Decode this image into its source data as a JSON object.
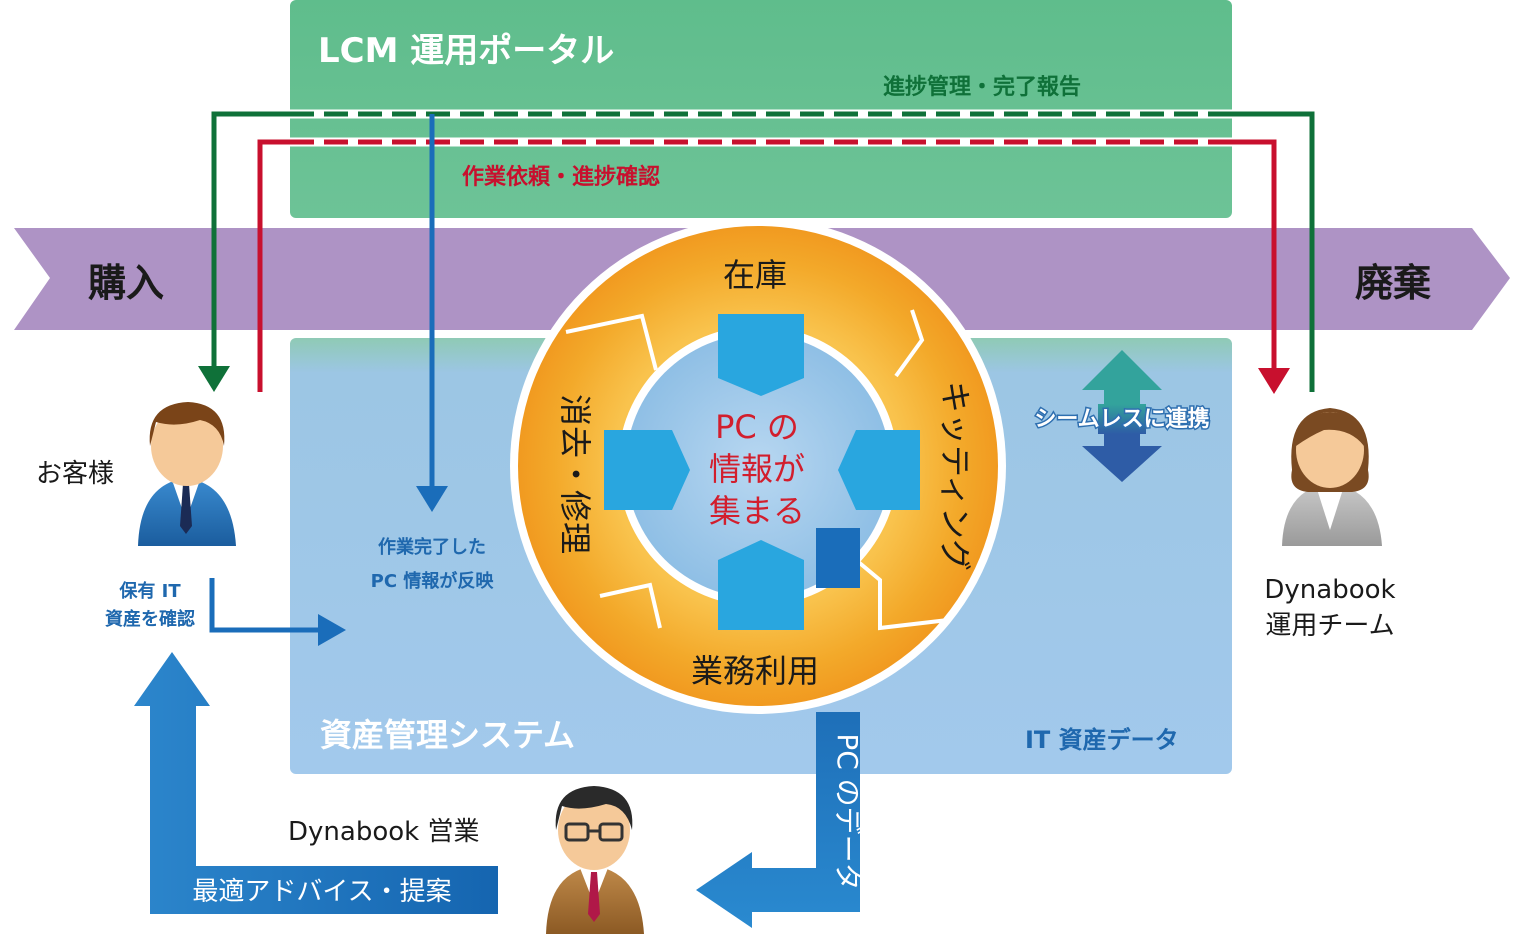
{
  "portal": {
    "title": "LCM 運用ポータル"
  },
  "flows": {
    "progress_report": "進捗管理・完了報告",
    "work_request": "作業依頼・進捗確認",
    "work_done_line1": "作業完了した",
    "work_done_line2": "PC 情報が反映",
    "seamless": "シームレスに連携"
  },
  "lifecycle": {
    "start": "購入",
    "end": "廃棄"
  },
  "cycle": {
    "top": "在庫",
    "right": "キッティング",
    "bottom": "業務利用",
    "left": "消去・修理",
    "center_line1": "PC の",
    "center_line2": "情報が",
    "center_line3": "集まる"
  },
  "asset_system": {
    "title": "資産管理システム",
    "it_data": "IT 資産データ"
  },
  "customer": {
    "label": "お客様",
    "confirm_line1": "保有 IT",
    "confirm_line2": "資産を確認"
  },
  "ops_team": {
    "label_line1": "Dynabook",
    "label_line2": "運用チーム"
  },
  "sales": {
    "label": "Dynabook 営業",
    "advice": "最適アドバイス・提案",
    "pc_data": "PC のデータ"
  },
  "colors": {
    "portal_green": "#66c091",
    "lifecycle_purple": "#ae93c5",
    "asset_blue": "#9cc5e8",
    "cycle_orange": "#f4ad2a",
    "progress_green": "#0f7139",
    "request_red": "#c8102e",
    "flow_blue": "#1a6dba",
    "data_blue": "#1f78c4",
    "arrow_teal": "#34a29b",
    "arrow_navy": "#2f5fa8"
  }
}
